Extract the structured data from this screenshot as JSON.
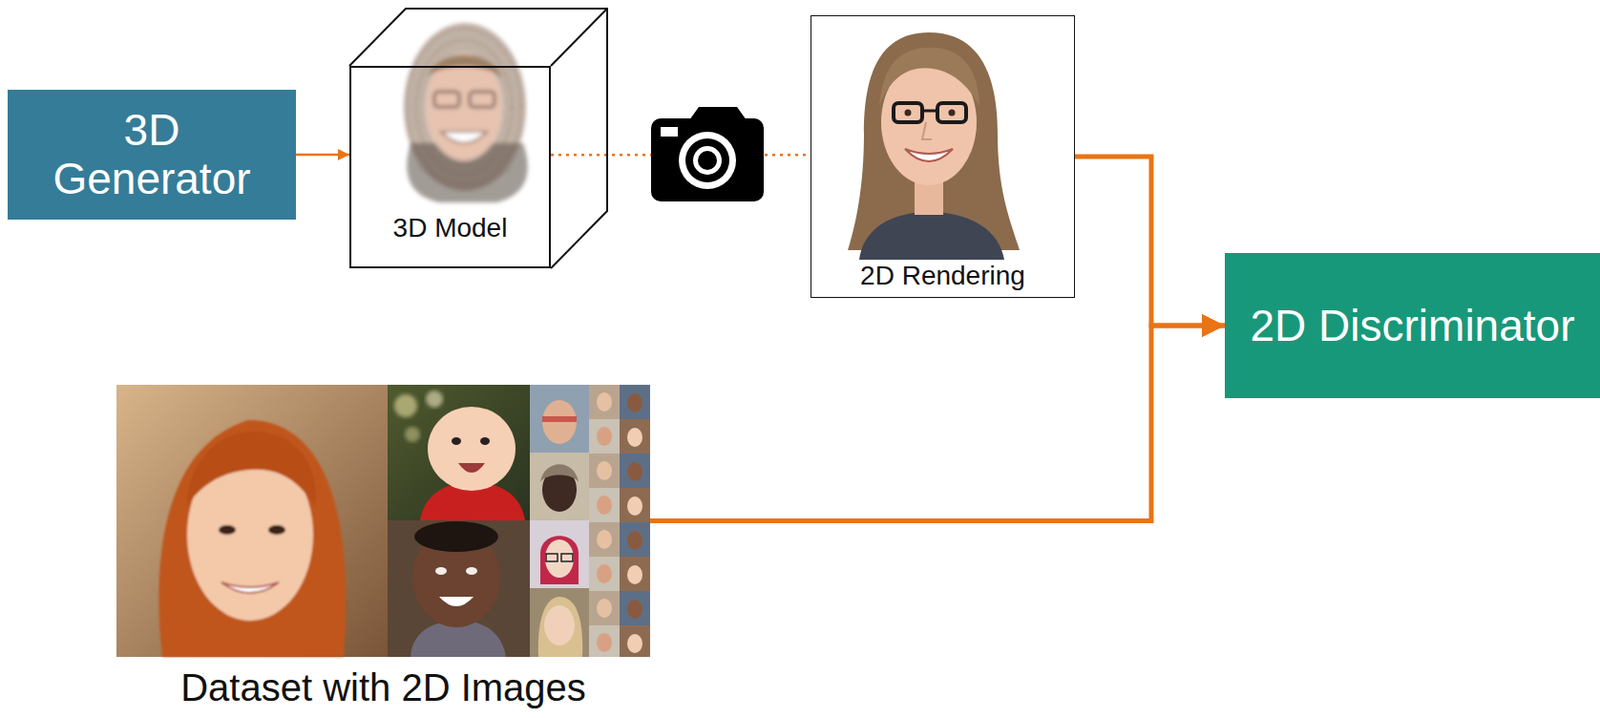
{
  "diagram": {
    "nodes": [
      {
        "text": [
          "3D Generator"
        ]
      },
      {
        "text": [
          "3D Model"
        ]
      },
      {
        "text": [
          "2D Rendering"
        ]
      },
      {
        "text": [
          "2D Discriminator"
        ]
      },
      {
        "text": [
          "Dataset with 2D Images"
        ]
      }
    ],
    "edges": [
      {
        "from": 0,
        "to": 1,
        "arrow": "to"
      },
      {
        "from": 1,
        "to": 2,
        "arrow": "none"
      },
      {
        "from": 2,
        "to": 3,
        "arrow": "to"
      },
      {
        "from": 4,
        "to": 3,
        "arrow": "to"
      }
    ]
  }
}
